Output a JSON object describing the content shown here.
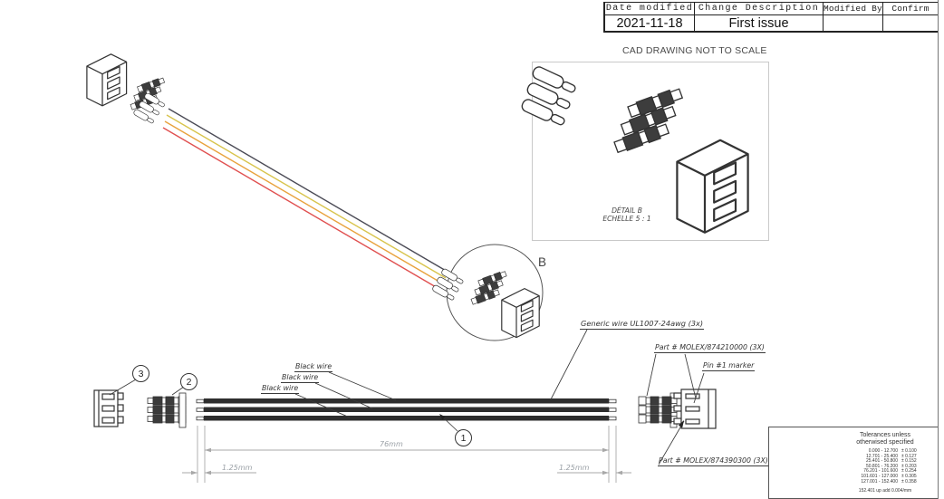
{
  "revision_table": {
    "headers": [
      "Date modified",
      "Change Description",
      "Modified By",
      "Confirm"
    ],
    "row": {
      "date": "2021-11-18",
      "description": "First issue",
      "modified_by": "",
      "confirm": ""
    }
  },
  "notes": {
    "scale_note": "CAD DRAWING NOT TO SCALE"
  },
  "detail_view": {
    "title": "DÉTAIL B",
    "scale": "ECHELLE 5 : 1",
    "view_label": "B"
  },
  "callouts": {
    "wire": "1",
    "terminal": "2",
    "housing": "3"
  },
  "labels": {
    "generic_wire": "Generic wire UL1007-24awg (3x)",
    "housing_part": "Part # MOLEX/874210000 (3X)",
    "pin1_marker": "Pin #1 marker",
    "terminal_part": "Part # MOLEX/874390300 (3X)",
    "black_wire": "Black wire"
  },
  "dimensions": {
    "overall_length": "76mm",
    "strip_left": "1.25mm",
    "strip_right": "1.25mm"
  },
  "tolerance_block": {
    "title_line1": "Tolerances unless",
    "title_line2": "otherwised specified",
    "rows": [
      {
        "range": "0.000 - 12.700",
        "tol": "± 0.100"
      },
      {
        "range": "12.701 - 25.400",
        "tol": "± 0.127"
      },
      {
        "range": "25.401 - 50.800",
        "tol": "± 0.152"
      },
      {
        "range": "50.801 - 76.200",
        "tol": "± 0.203"
      },
      {
        "range": "76.201 - 101.600",
        "tol": "± 0.254"
      },
      {
        "range": "101.601 - 127.000",
        "tol": "± 0.305"
      },
      {
        "range": "127.001 - 152.400",
        "tol": "± 0.358"
      }
    ],
    "footer": "152.401 up add 0.004/mm"
  },
  "colors": {
    "wire_dark": "#4a4a55",
    "wire_yellow": "#d8c44c",
    "wire_orange": "#e8a23c",
    "wire_red": "#e05050",
    "dim": "#a8a8a8"
  }
}
